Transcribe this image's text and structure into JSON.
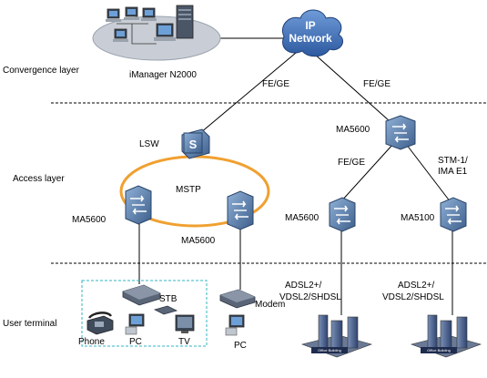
{
  "layers": {
    "convergence": "Convergence layer",
    "access": "Access layer",
    "user": "User terminal"
  },
  "management": {
    "label": "iManager N2000"
  },
  "network": {
    "cloud_line1": "IP",
    "cloud_line2": "Network"
  },
  "links": {
    "uplink_left": "FE/GE",
    "uplink_right": "FE/GE",
    "ma5600_right_down": "FE/GE",
    "ma5100_up_line1": "STM-1/",
    "ma5100_up_line2": "IMA E1",
    "adsl_left_line1": "ADSL2+/",
    "adsl_left_line2": "VDSL2/SHDSL",
    "adsl_right_line1": "ADSL2+/",
    "adsl_right_line2": "VDSL2/SHDSL"
  },
  "nodes": {
    "lsw": "LSW",
    "mstp": "MSTP",
    "ma5600_ring_left": "MA5600",
    "ma5600_ring_right": "MA5600",
    "ma5600_top": "MA5600",
    "ma5600_mid": "MA5600",
    "ma5100": "MA5100"
  },
  "terminals": {
    "stb": "STB",
    "phone": "Phone",
    "pc1": "PC",
    "tv": "TV",
    "modem": "Modem",
    "pc2": "PC"
  },
  "buildings": {
    "sign_left": "Office Building",
    "sign_right": "Office Building"
  },
  "colors": {
    "device_blue": "#5b7fa8",
    "ring_orange": "#f0a030",
    "cloud_blue": "#3f6fb5",
    "dashed_box": "#33b5c5"
  }
}
